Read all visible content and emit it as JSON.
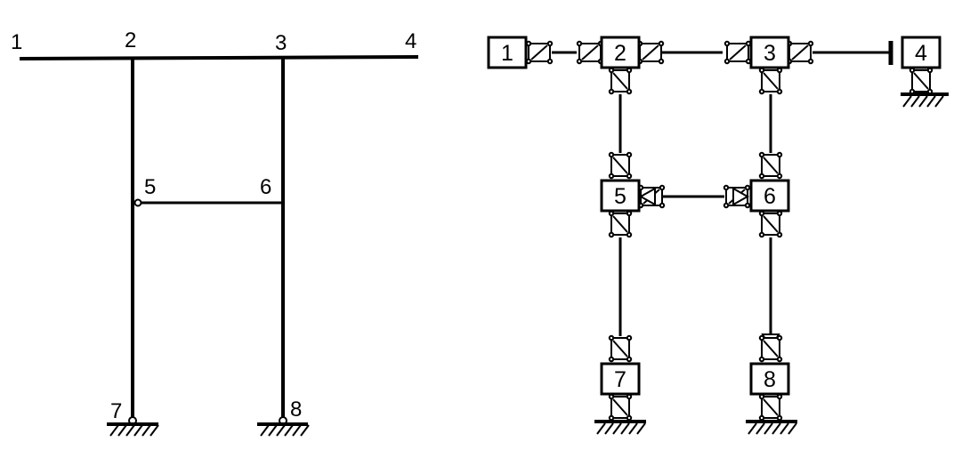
{
  "frame_diagram": {
    "node_labels": {
      "n1": "1",
      "n2": "2",
      "n3": "3",
      "n4": "4",
      "n5": "5",
      "n6": "6",
      "n7": "7",
      "n8": "8"
    }
  },
  "block_diagram": {
    "blocks": {
      "b1": "1",
      "b2": "2",
      "b3": "3",
      "b4": "4",
      "b5": "5",
      "b6": "6",
      "b7": "7",
      "b8": "8"
    }
  },
  "colors": {
    "ink": "#000000",
    "background": "#ffffff"
  }
}
